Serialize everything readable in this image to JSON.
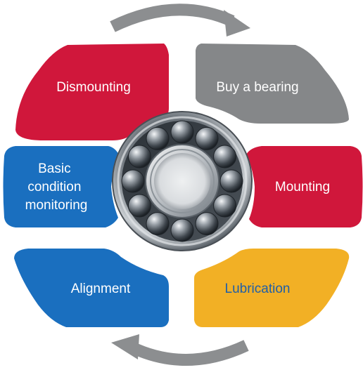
{
  "segments": {
    "dismounting": {
      "label": "Dismounting",
      "color": "#d0173b",
      "text_color": "#ffffff"
    },
    "buy_a_bearing": {
      "label": "Buy a bearing",
      "color": "#858789",
      "text_color": "#ffffff"
    },
    "basic_condition_monitoring": {
      "lines": [
        "Basic",
        "condition",
        "monitoring"
      ],
      "color": "#1a6fbf",
      "text_color": "#ffffff"
    },
    "mounting": {
      "label": "Mounting",
      "color": "#d0173b",
      "text_color": "#ffffff"
    },
    "alignment": {
      "label": "Alignment",
      "color": "#1a6fbf",
      "text_color": "#ffffff"
    },
    "lubrication": {
      "label": "Lubrication",
      "color": "#f2b025",
      "text_color": "#1f5fa8"
    }
  },
  "arrows": {
    "color": "#8c8e90",
    "top_direction": "clockwise",
    "bottom_direction": "clockwise"
  },
  "center": {
    "icon": "ball-bearing-icon"
  }
}
